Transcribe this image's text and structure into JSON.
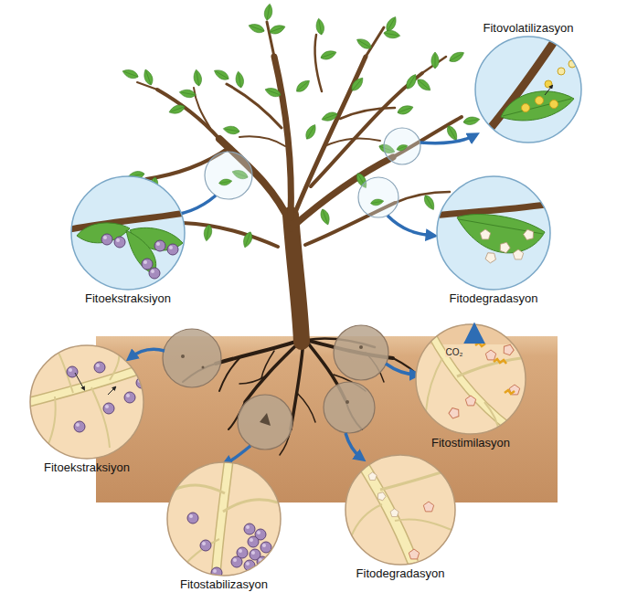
{
  "diagram": {
    "nodes": [
      {
        "text": [
          "Fitovolatilizasyon"
        ]
      },
      {
        "text": [
          "Fitoekstraksiyon"
        ]
      },
      {
        "text": [
          "Fitodegradasyon"
        ]
      },
      {
        "text": [
          "Fitoekstraksiyon"
        ]
      },
      {
        "text": [
          "Fitostimilasyon"
        ]
      },
      {
        "text": [
          "Fitostabilizasyon"
        ]
      },
      {
        "text": [
          "Fitodegradasyon"
        ]
      }
    ],
    "labels": [
      "CO₂"
    ]
  }
}
